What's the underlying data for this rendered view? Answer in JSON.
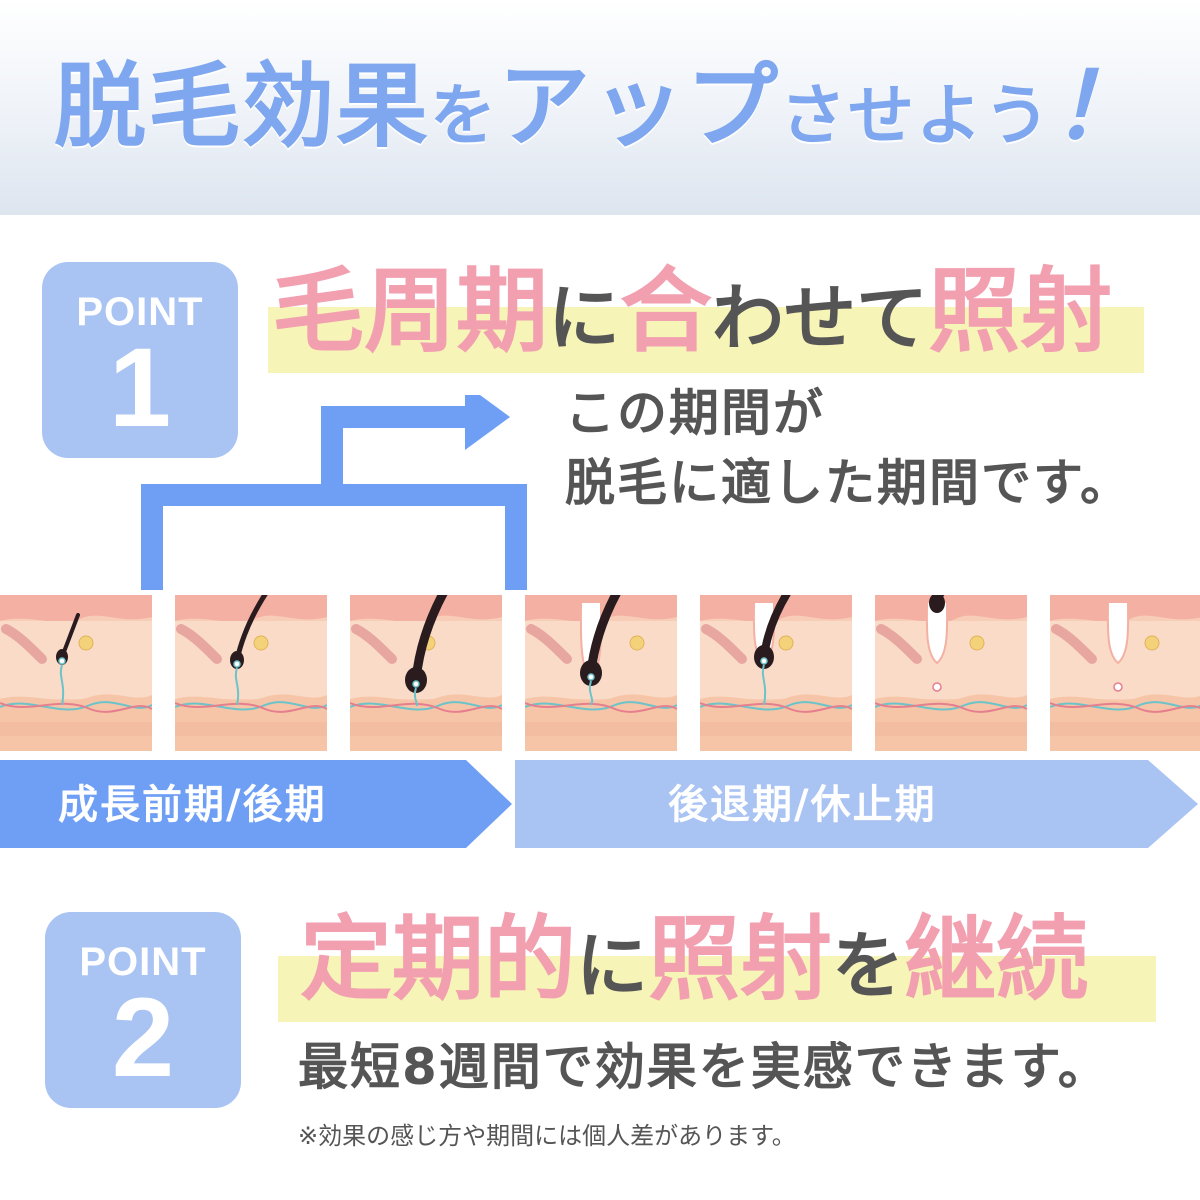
{
  "header": {
    "title_part1": "脱毛効果",
    "title_part2": "を",
    "title_part3": "アップ",
    "title_part4": "させよう",
    "title_part5": "！"
  },
  "point1": {
    "badge_label": "POINT",
    "badge_number": "1",
    "headline": {
      "w1": "毛周期",
      "w2": "に",
      "w3": "合",
      "w4": "わせて",
      "w5": "照射"
    },
    "note_line1": "この期間が",
    "note_line2": "脱毛に適した期間です。",
    "phase_left": "成長前期/後期",
    "phase_right": "後退期/休止期"
  },
  "point2": {
    "badge_label": "POINT",
    "badge_number": "2",
    "headline": {
      "w1": "定期的",
      "w2": "に",
      "w3": "照射",
      "w4": "を",
      "w5": "継続"
    },
    "subtext": "最短8週間で効果を実感できます。",
    "disclaimer": "※効果の感じ方や期間には個人差があります。"
  },
  "colors": {
    "accent_blue": "#6f9ff5",
    "light_blue": "#a9c3f3",
    "pink": "#f29fb0",
    "highlight": "#f6f4b6",
    "text_gray": "#555555"
  }
}
